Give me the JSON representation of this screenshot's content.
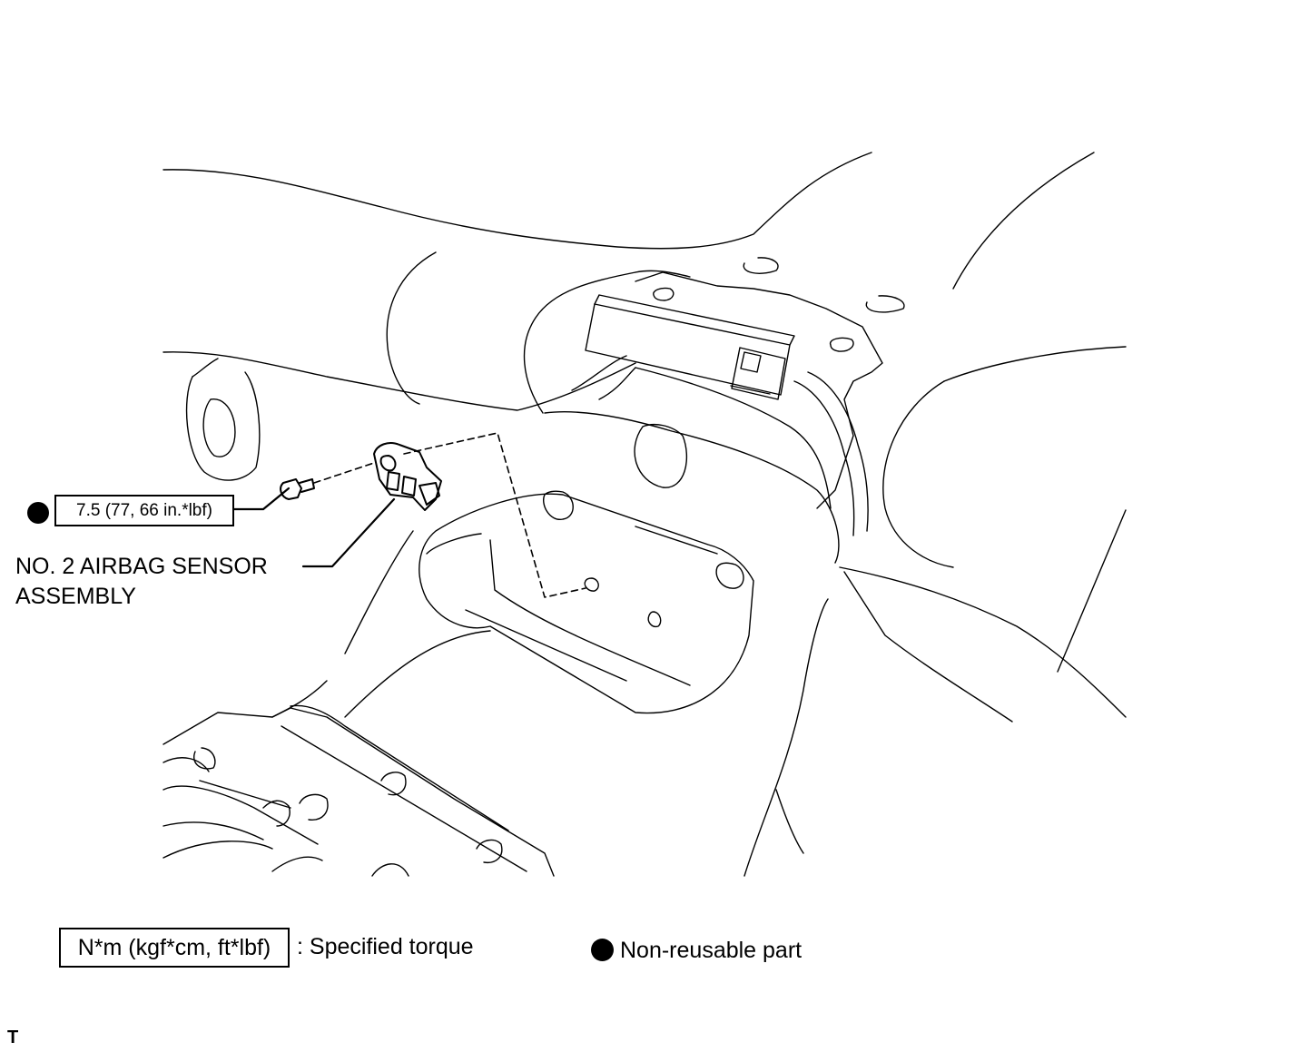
{
  "callouts": {
    "torque_value": "7.5 (77, 66 in.*lbf)",
    "part_name_line1": "NO. 2 AIRBAG SENSOR",
    "part_name_line2": "ASSEMBLY"
  },
  "legend": {
    "torque_box": "N*m (kgf*cm, ft*lbf)",
    "torque_desc": ": Specified torque",
    "nonreusable_desc": "Non-reusable part"
  },
  "footer": {
    "code": "T"
  },
  "colors": {
    "line": "#000000",
    "background": "#ffffff"
  }
}
